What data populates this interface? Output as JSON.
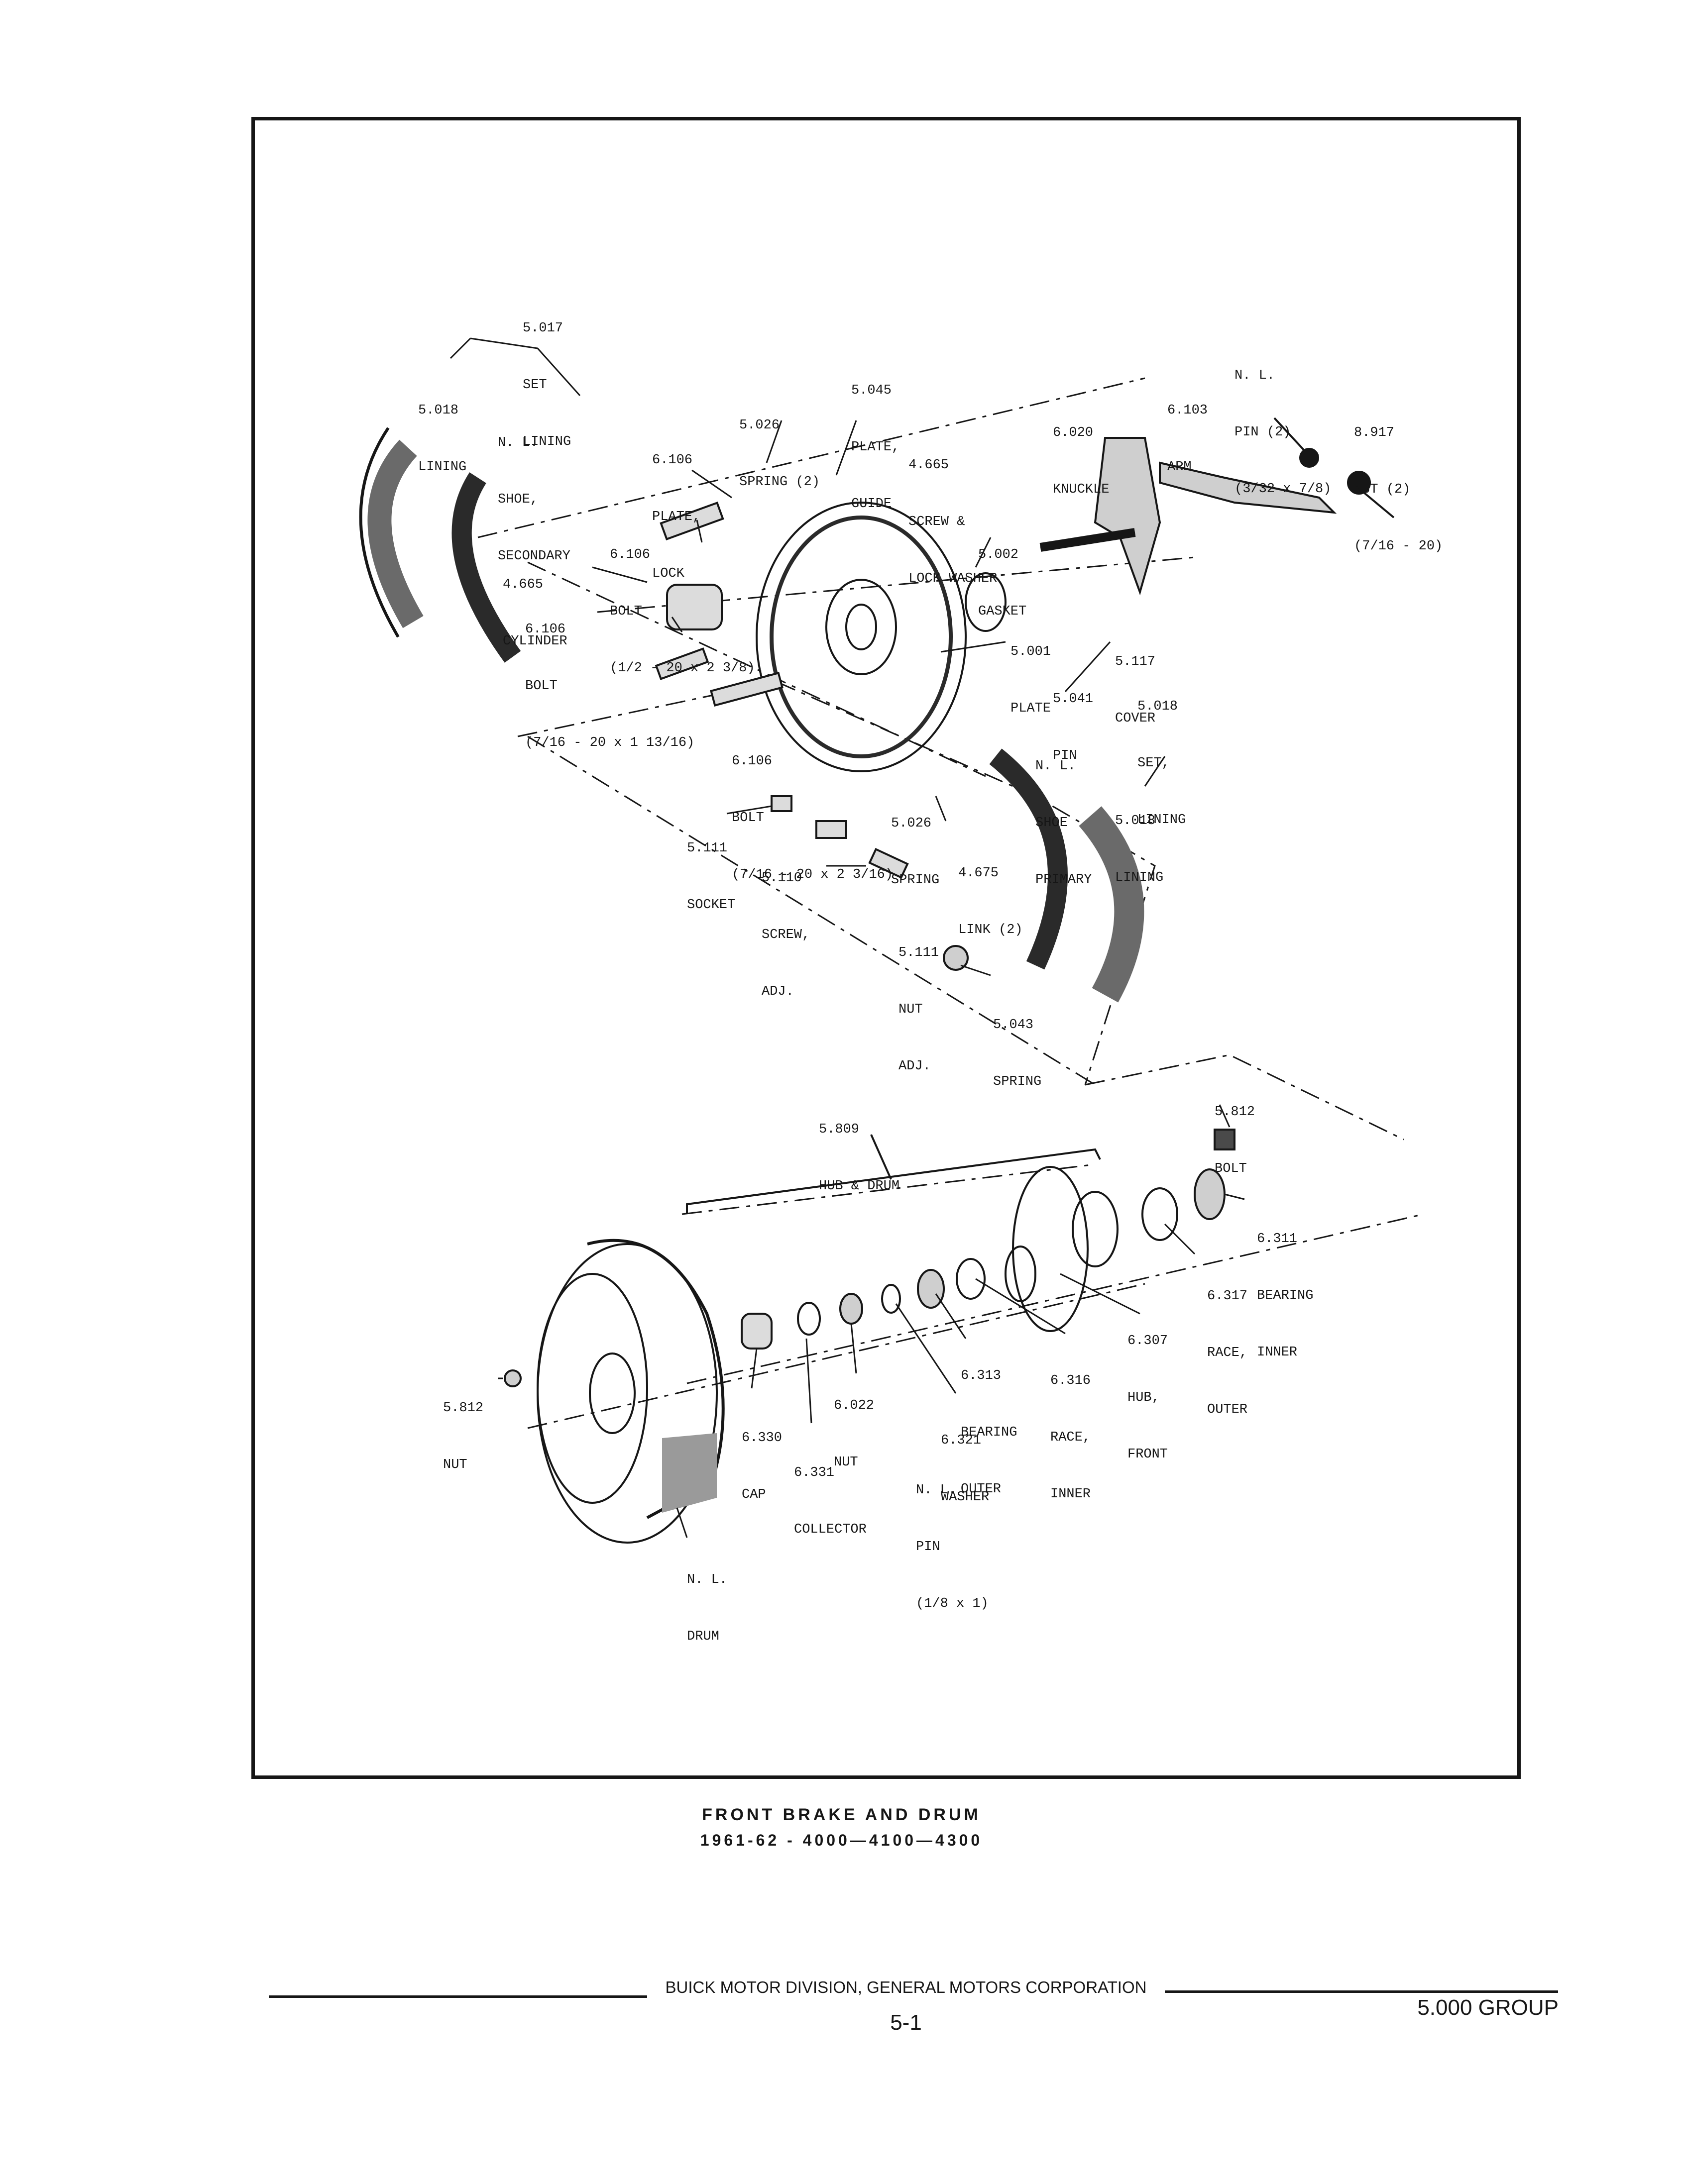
{
  "caption": {
    "title": "FRONT BRAKE AND DRUM",
    "subtitle": "1961-62 - 4000—4100—4300"
  },
  "footer": {
    "organization": "BUICK MOTOR DIVISION, GENERAL MOTORS CORPORATION",
    "page": "5-1",
    "group": "5.000 GROUP"
  },
  "callouts": {
    "set_lining_top": [
      "5.017",
      "SET",
      "LINING"
    ],
    "lining_left": [
      "5.018",
      "LINING"
    ],
    "shoe_secondary": [
      "N. L.",
      "SHOE,",
      "SECONDARY"
    ],
    "spring_top": [
      "5.026",
      "SPRING (2)"
    ],
    "plate_guide": [
      "5.045",
      "PLATE,",
      "GUIDE"
    ],
    "plate_lock": [
      "6.106",
      "PLATE,",
      "LOCK"
    ],
    "screw_lock_washer": [
      "4.665",
      "SCREW &",
      "LOCK WASHER"
    ],
    "knuckle": [
      "6.020",
      "KNUCKLE"
    ],
    "arm": [
      "6.103",
      "ARM"
    ],
    "pin_top": [
      "N. L.",
      "PIN (2)",
      "(3/32 x 7/8)"
    ],
    "nut_top": [
      "8.917",
      "NUT (2)",
      "(7/16 - 20)"
    ],
    "bolt_upper": [
      "6.106",
      "BOLT",
      "(1/2 - 20 x 2 3/8)"
    ],
    "gasket": [
      "5.002",
      "GASKET"
    ],
    "cylinder": [
      "4.665",
      "CYLINDER"
    ],
    "bolt_middle": [
      "6.106",
      "BOLT",
      "(7/16 - 20 x 1 13/16)"
    ],
    "plate": [
      "5.001",
      "PLATE"
    ],
    "cover": [
      "5.117",
      "COVER"
    ],
    "pin_middle": [
      "5.041",
      "PIN"
    ],
    "set_lining_right": [
      "5.018",
      "SET,",
      "LINING"
    ],
    "shoe_primary": [
      "N. L.",
      "SHOE",
      "PRIMARY"
    ],
    "bolt_lower": [
      "6.106",
      "BOLT",
      "(7/16 - 20 x 2 3/16)"
    ],
    "spring_lower": [
      "5.026",
      "SPRING"
    ],
    "lining_right": [
      "5.018",
      "LINING"
    ],
    "socket": [
      "5.111",
      "SOCKET"
    ],
    "screw_adj": [
      "5.110",
      "SCREW,",
      "ADJ."
    ],
    "link": [
      "4.675",
      "LINK (2)"
    ],
    "nut_adj": [
      "5.111",
      "NUT",
      "ADJ."
    ],
    "spring_bottom": [
      "5.043",
      "SPRING"
    ],
    "hub_drum": [
      "5.809",
      "HUB & DRUM"
    ],
    "bolt_hub": [
      "5.812",
      "BOLT"
    ],
    "bearing_inner": [
      "6.311",
      "BEARING",
      "INNER"
    ],
    "race_outer": [
      "6.317",
      "RACE,",
      "OUTER"
    ],
    "hub_front": [
      "6.307",
      "HUB,",
      "FRONT"
    ],
    "race_inner": [
      "6.316",
      "RACE,",
      "INNER"
    ],
    "bearing_outer": [
      "6.313",
      "BEARING",
      "OUTER"
    ],
    "washer": [
      "6.321",
      "WASHER"
    ],
    "nut_spindle": [
      "6.022",
      "NUT"
    ],
    "nut_drum": [
      "5.812",
      "NUT"
    ],
    "cap": [
      "6.330",
      "CAP"
    ],
    "collector": [
      "6.331",
      "COLLECTOR"
    ],
    "pin_cotter": [
      "N. L.",
      "PIN",
      "(1/8 x 1)"
    ],
    "drum": [
      "N. L.",
      "DRUM"
    ]
  }
}
